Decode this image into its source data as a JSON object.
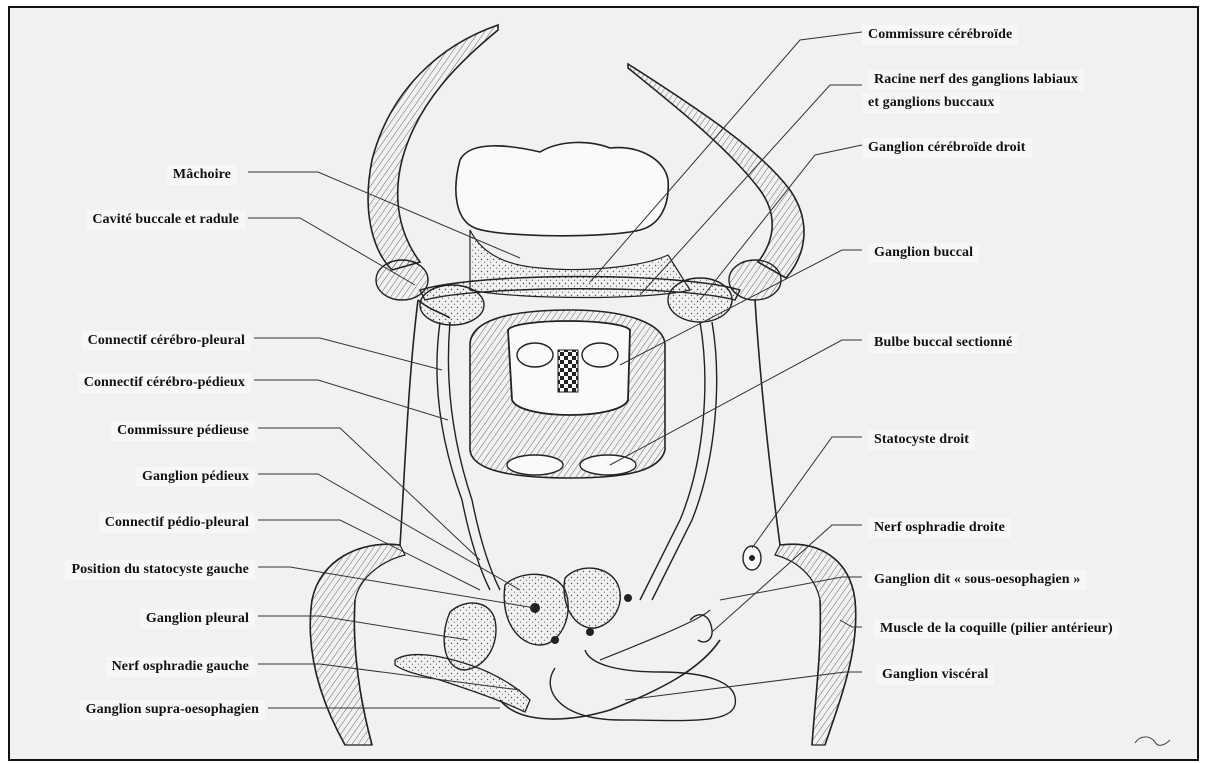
{
  "labels": {
    "machoire": "Mâchoire",
    "cavite_buccale": "Cavité buccale et radule",
    "connectif_cerebro_pleural": "Connectif cérébro-pleural",
    "connectif_cerebro_pedieux": "Connectif cérébro-pédieux",
    "commissure_pedieuse": "Commissure pédieuse",
    "ganglion_pedieux": "Ganglion pédieux",
    "connectif_pedio_pleural": "Connectif pédio-pleural",
    "position_statocyste_gauche": "Position du statocyste gauche",
    "ganglion_pleural": "Ganglion pleural",
    "nerf_osphradie_gauche": "Nerf osphradie gauche",
    "ganglion_supra": "Ganglion supra-oesophagien",
    "commissure_cerebroide": "Commissure cérébroïde",
    "racine_nerf_line1": "Racine nerf des ganglions labiaux",
    "racine_nerf_line2": "et ganglions buccaux",
    "ganglion_cerebroide_droit": "Ganglion cérébroïde droit",
    "ganglion_buccal": "Ganglion buccal",
    "bulbe_buccal": "Bulbe buccal sectionné",
    "statocyste_droit": "Statocyste droit",
    "nerf_osphradie_droite": "Nerf osphradie droite",
    "ganglion_sous": "Ganglion dit « sous-oesophagien »",
    "muscle_coquille": "Muscle de la coquille (pilier antérieur)",
    "ganglion_visceral": "Ganglion viscéral"
  }
}
